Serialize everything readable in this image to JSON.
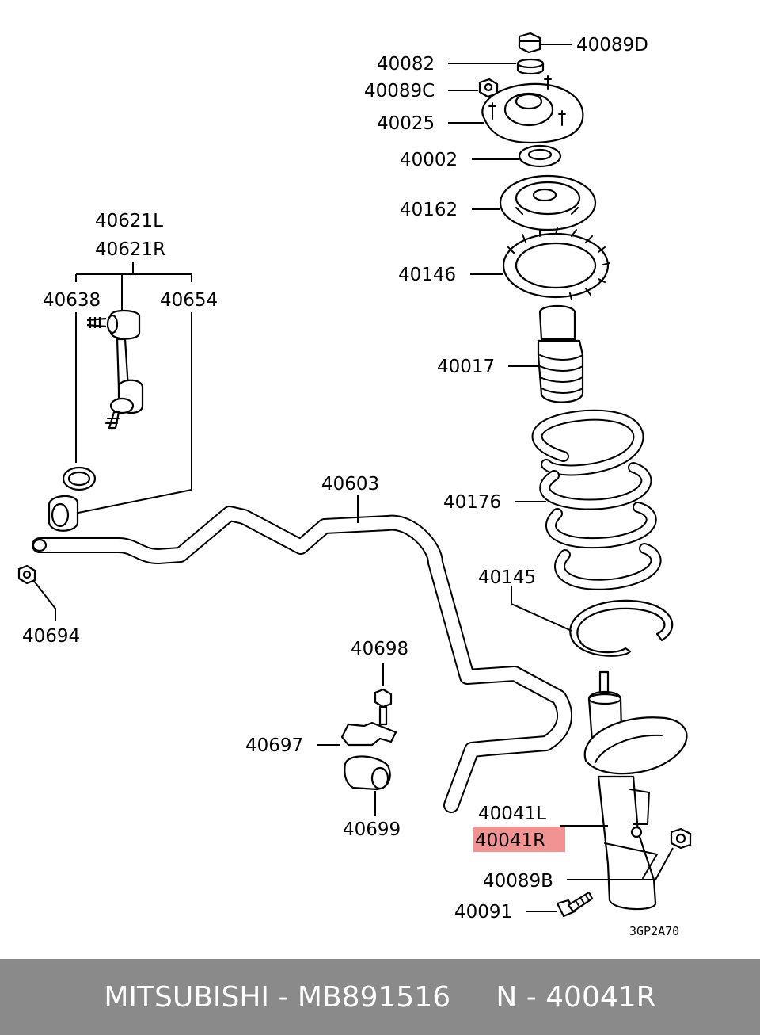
{
  "labels": {
    "p40089D": "40089D",
    "p40082": "40082",
    "p40089C": "40089C",
    "p40025": "40025",
    "p40002": "40002",
    "p40162": "40162",
    "p40146": "40146",
    "p40017": "40017",
    "p40176": "40176",
    "p40145": "40145",
    "p40041L": "40041L",
    "p40041R": "40041R",
    "p40089B": "40089B",
    "p40091": "40091",
    "p40621L": "40621L",
    "p40621R": "40621R",
    "p40638": "40638",
    "p40654": "40654",
    "p40603": "40603",
    "p40694": "40694",
    "p40698": "40698",
    "p40697": "40697",
    "p40699": "40699"
  },
  "highlight": {
    "label": "40041R",
    "color": "#f08080"
  },
  "drawing_code": "3GP2A70",
  "footer": {
    "brand": "MITSUBISHI",
    "part_number": "MB891516",
    "ref": "N - 40041R",
    "text": "MITSUBISHI - MB891516     N - 40041R",
    "background": "#8a8a8a"
  }
}
